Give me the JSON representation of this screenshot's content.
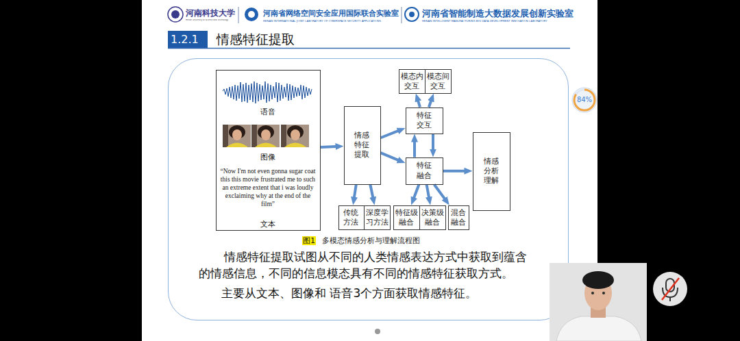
{
  "diagram": {
    "title": "情感特征提取",
    "caption": "多模态情感分析与理解流程图",
    "nodes": [
      {
        "text": [
          "情感特征提取试图从不同的人类情感表达方式中获取到蕴含的情感信息，不同的信息模态具有不同的情感特征获取方式。",
          "主要从文本、图像和 语音3个方面获取情感特征。"
        ]
      },
      {
        "text": [
          "语音",
          "图像",
          "“Now I'm not even gonna sugar coat this this movie frustrated me to such an extreme extent that i was loudly exclaiming why at the end of the film”",
          "文本"
        ],
        "in": 0
      },
      {
        "text": [
          "情感特征提取"
        ],
        "in": 0
      },
      {
        "text": [
          "模态内交互"
        ],
        "in": 0
      },
      {
        "text": [
          "模态间交互"
        ],
        "in": 0
      },
      {
        "text": [
          "特征交互"
        ],
        "in": 0
      },
      {
        "text": [
          "特征融合"
        ],
        "in": 0
      },
      {
        "text": [
          "情感分析理解"
        ],
        "in": 0
      },
      {
        "text": [
          "传统方法"
        ],
        "in": 0
      },
      {
        "text": [
          "深度学习方法"
        ],
        "in": 0
      },
      {
        "text": [
          "特征级融合"
        ],
        "in": 0
      },
      {
        "text": [
          "决策级融合"
        ],
        "in": 0
      },
      {
        "text": [
          "混合融合"
        ],
        "in": 0
      }
    ],
    "edges": [
      {
        "from": 1,
        "to": 2,
        "arrow": "to"
      },
      {
        "from": 2,
        "to": 5,
        "arrow": "to"
      },
      {
        "from": 2,
        "to": 6,
        "arrow": "to"
      },
      {
        "from": 5,
        "to": 3,
        "arrow": "to"
      },
      {
        "from": 5,
        "to": 4,
        "arrow": "to"
      },
      {
        "from": 5,
        "to": 6,
        "arrow": "to"
      },
      {
        "from": 6,
        "to": 5,
        "arrow": "to"
      },
      {
        "from": 6,
        "to": 7,
        "arrow": "to"
      },
      {
        "from": 2,
        "to": 8,
        "arrow": "to"
      },
      {
        "from": 2,
        "to": 9,
        "arrow": "to"
      },
      {
        "from": 6,
        "to": 10,
        "arrow": "to"
      },
      {
        "from": 6,
        "to": 11,
        "arrow": "to"
      },
      {
        "from": 6,
        "to": 12,
        "arrow": "to"
      }
    ],
    "labels": [
      "河南科技大学",
      "Henan University of Science and Technology",
      "河南省网络空间安全应用国际联合实验室",
      "HENAN INTERNATIONAL JOINT LABORATORY OF CYBERSPACE SECURITY APPLICATIONS",
      "河南省智能制造大数据发展创新实验室",
      "HENAN INTELLIGENT MANUFACTURING BIG DATA DEVELOPMENT INNOVATION LABORATORY",
      "1.2.1",
      "图1",
      "84%"
    ]
  }
}
